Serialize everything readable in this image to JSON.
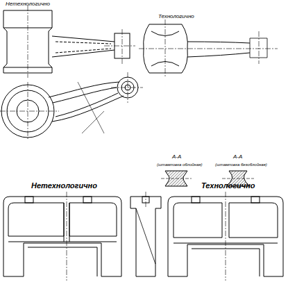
{
  "diagram": {
    "labels": [
      "Нетехнологично",
      "Технологично",
      "А-А",
      "(штамповка облойная)",
      "А-А",
      "(штамповка безоблойная)",
      "Нетехнологично",
      "Технологично"
    ]
  }
}
